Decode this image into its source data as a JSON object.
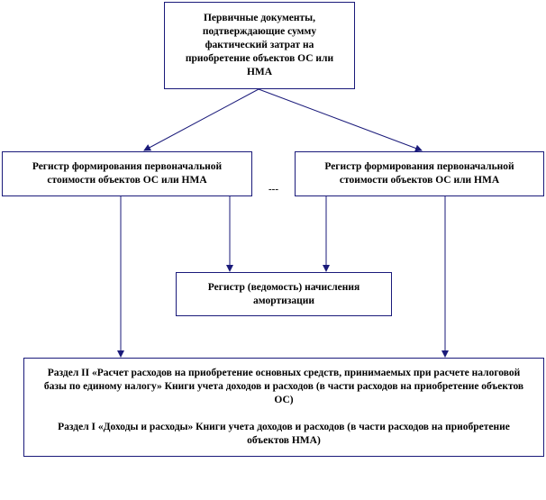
{
  "nodes": {
    "primary_docs": "Первичные документы, подтверждающие сумму фактический затрат на приобретение  объектов ОС или НМА",
    "register_left": "Регистр формирования первоначальной стоимости объектов ОС или НМА",
    "register_right": "Регистр формирования первоначальной стоимости объектов ОС или НМА",
    "ellipsis": "---",
    "depreciation_register": "Регистр (ведомость) начисления амортизации",
    "book_section_2": "Раздел II «Расчет расходов на приобретение основных средств, принимаемых при расчете налоговой базы по единому налогу» Книги  учета доходов и расходов (в части расходов на приобретение  объектов ОС)",
    "book_section_1": "Раздел I «Доходы и расходы» Книги учета доходов и расходов (в части расходов на приобретение  объектов НМА)"
  },
  "colors": {
    "border": "#1a1a7a",
    "arrow": "#1a1a7a"
  }
}
